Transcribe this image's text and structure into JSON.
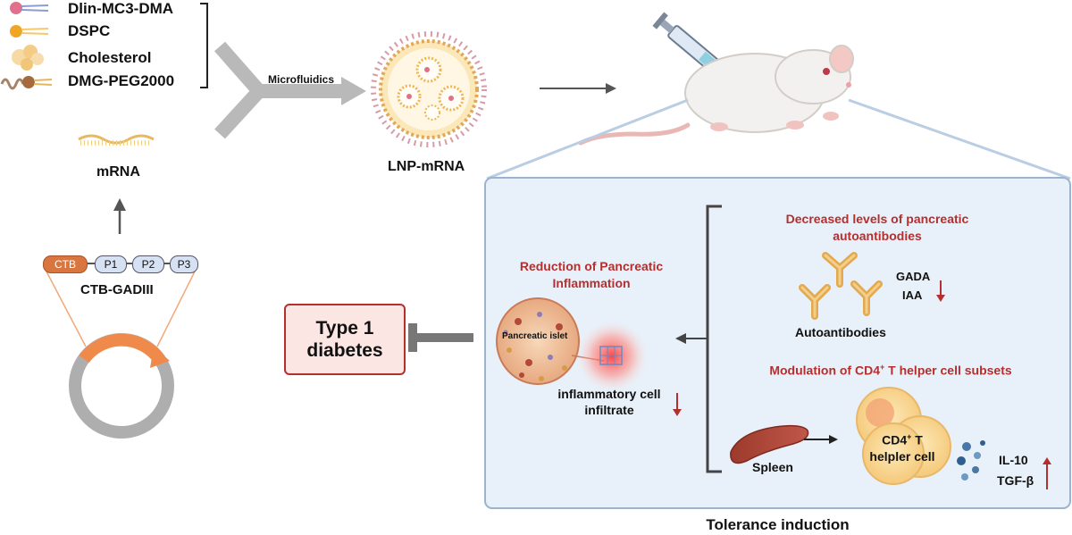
{
  "legend": {
    "items": [
      {
        "label": "Dlin-MC3-DMA",
        "icon": "ionizable-lipid-icon"
      },
      {
        "label": "DSPC",
        "icon": "phospholipid-icon"
      },
      {
        "label": "Cholesterol",
        "icon": "cholesterol-icon"
      },
      {
        "label": "DMG-PEG2000",
        "icon": "peg-lipid-icon"
      }
    ]
  },
  "left": {
    "mrna_label": "mRNA",
    "construct": {
      "ctb": "CTB",
      "p1": "P1",
      "p2": "P2",
      "p3": "P3",
      "name": "CTB-GADIII"
    }
  },
  "process": {
    "microfluidics_label": "Microfluidics",
    "lnp_label": "LNP-mRNA"
  },
  "outcome": {
    "disease_line1": "Type 1",
    "disease_line2": "diabetes"
  },
  "panel": {
    "title": "Tolerance induction",
    "inflammation": {
      "heading_line1": "Reduction of Pancreatic",
      "heading_line2": "Inflammation",
      "islet_label": "Pancreatic islet",
      "infiltrate_line1": "inflammatory cell",
      "infiltrate_line2": "infiltrate"
    },
    "autoantibodies": {
      "heading_line1": "Decreased levels of pancreatic",
      "heading_line2": "autoantibodies",
      "marker1": "GADA",
      "marker2": "IAA",
      "label": "Autoantibodies"
    },
    "thelper": {
      "heading_prefix": "Modulation of CD4",
      "heading_sup": "+",
      "heading_suffix": " T helper cell subsets",
      "spleen_label": "Spleen",
      "cell_line1_prefix": "CD4",
      "cell_line1_sup": "+",
      "cell_line1_suffix": " T",
      "cell_line2": "helpler cell",
      "cytokine1": "IL-10",
      "cytokine2": "TGF-β"
    }
  },
  "colors": {
    "accent_red": "#b3302e",
    "panel_bg": "#e8f0f9",
    "panel_border": "#9bb3cc",
    "ctb_orange": "#d9763f",
    "pill_blue": "#d6e2f3",
    "disease_box_bg": "#fbe6e3"
  }
}
